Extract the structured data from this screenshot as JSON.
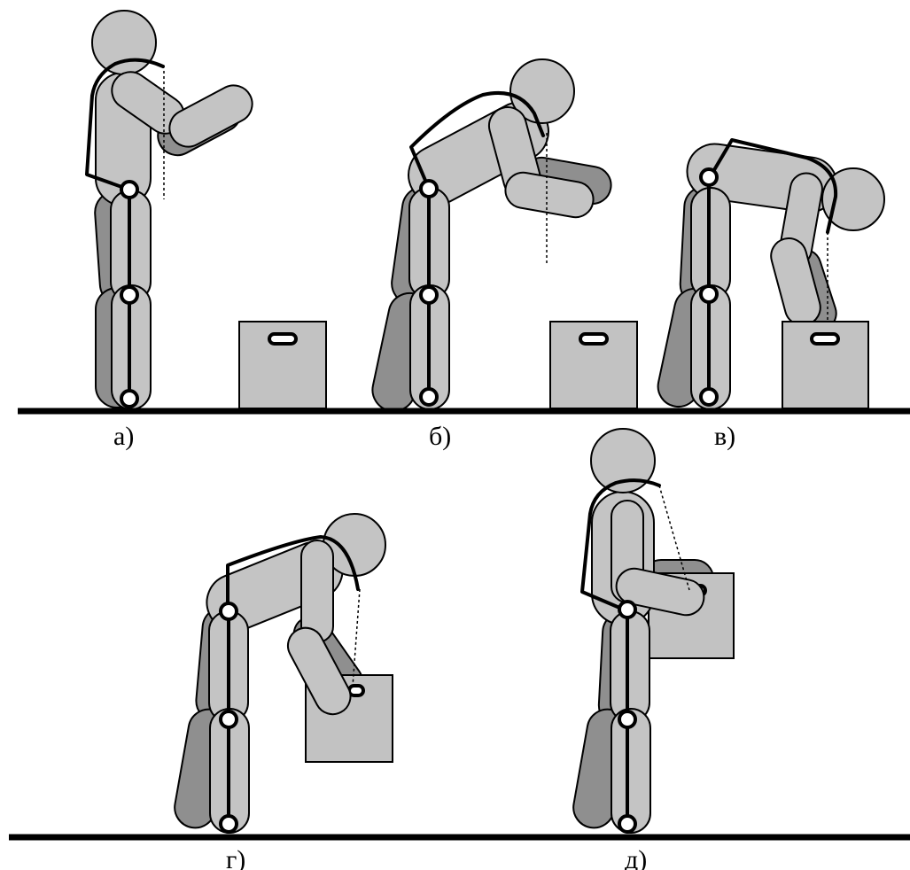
{
  "labels": {
    "a": "а)",
    "b": "б)",
    "v": "в)",
    "g": "г)",
    "d": "д)"
  },
  "colors": {
    "limb_dark": "#8f8f8f",
    "limb_light": "#c4c4c4",
    "box": "#c2c2c2",
    "outline": "#000000",
    "background": "#ffffff"
  }
}
